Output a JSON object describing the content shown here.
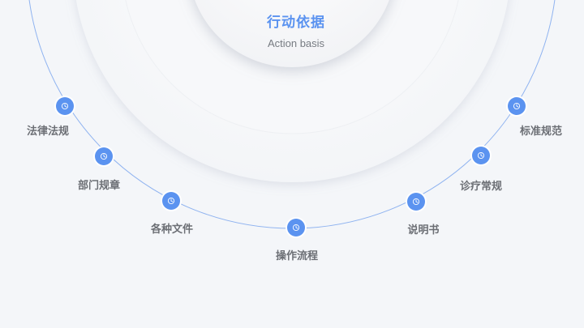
{
  "center": {
    "title": "行动依据",
    "subtitle": "Action basis"
  },
  "nodes": [
    {
      "label": "法律法规"
    },
    {
      "label": "部门规章"
    },
    {
      "label": "各种文件"
    },
    {
      "label": "操作流程"
    },
    {
      "label": "说明书"
    },
    {
      "label": "诊疗常规"
    },
    {
      "label": "标准规范"
    }
  ],
  "colors": {
    "background": "#f4f6f9",
    "accent": "#5b93f0",
    "arc": "#8fb3f0",
    "label": "#6c6f75"
  },
  "icons": {
    "node": "clock-icon"
  }
}
